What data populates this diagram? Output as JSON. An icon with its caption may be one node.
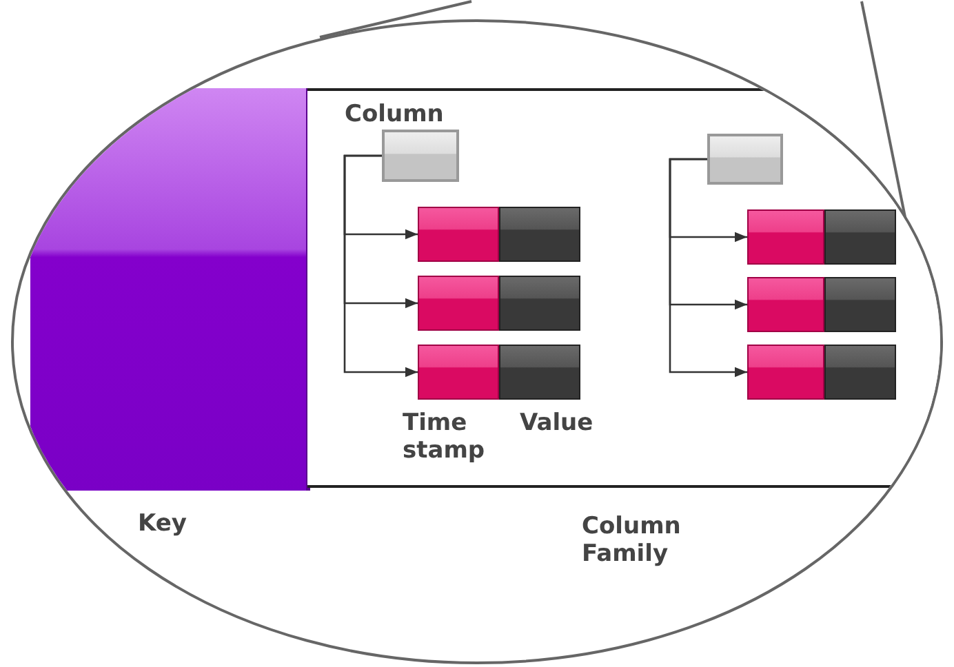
{
  "diagram": {
    "nodes": [
      {
        "text": [],
        "shape": "box",
        "beside": [
          "Key"
        ]
      },
      {
        "text": [],
        "shape": "box",
        "beside": [
          "Column Family"
        ]
      },
      {
        "text": [],
        "shape": "box",
        "in": 1,
        "beside": [
          "Column"
        ]
      },
      {
        "text": [],
        "shape": "box",
        "in": 1
      },
      {
        "text": [],
        "shape": "box",
        "in": 1
      },
      {
        "text": [],
        "shape": "box",
        "in": 1
      },
      {
        "text": [],
        "shape": "box",
        "in": 1
      },
      {
        "text": [],
        "shape": "box",
        "in": 1
      },
      {
        "text": [],
        "shape": "box",
        "in": 1
      },
      {
        "text": [],
        "shape": "box",
        "in": 1
      },
      {
        "text": [],
        "shape": "box",
        "in": 1
      },
      {
        "text": [],
        "shape": "box",
        "in": 1
      },
      {
        "text": [],
        "shape": "box",
        "in": 1
      },
      {
        "text": [],
        "shape": "box",
        "in": 1
      },
      {
        "text": [],
        "shape": "box",
        "in": 1
      },
      {
        "text": [],
        "shape": "box",
        "in": 1
      }
    ],
    "edges": [
      {
        "from": 2,
        "to": 3,
        "arrow": "to"
      },
      {
        "from": 2,
        "to": 5,
        "arrow": "to"
      },
      {
        "from": 2,
        "to": 7,
        "arrow": "to"
      },
      {
        "from": 9,
        "to": 10,
        "arrow": "to"
      },
      {
        "from": 9,
        "to": 12,
        "arrow": "to"
      },
      {
        "from": 9,
        "to": 14,
        "arrow": "to"
      }
    ],
    "labels": [
      "Time stamp",
      "Value"
    ]
  }
}
